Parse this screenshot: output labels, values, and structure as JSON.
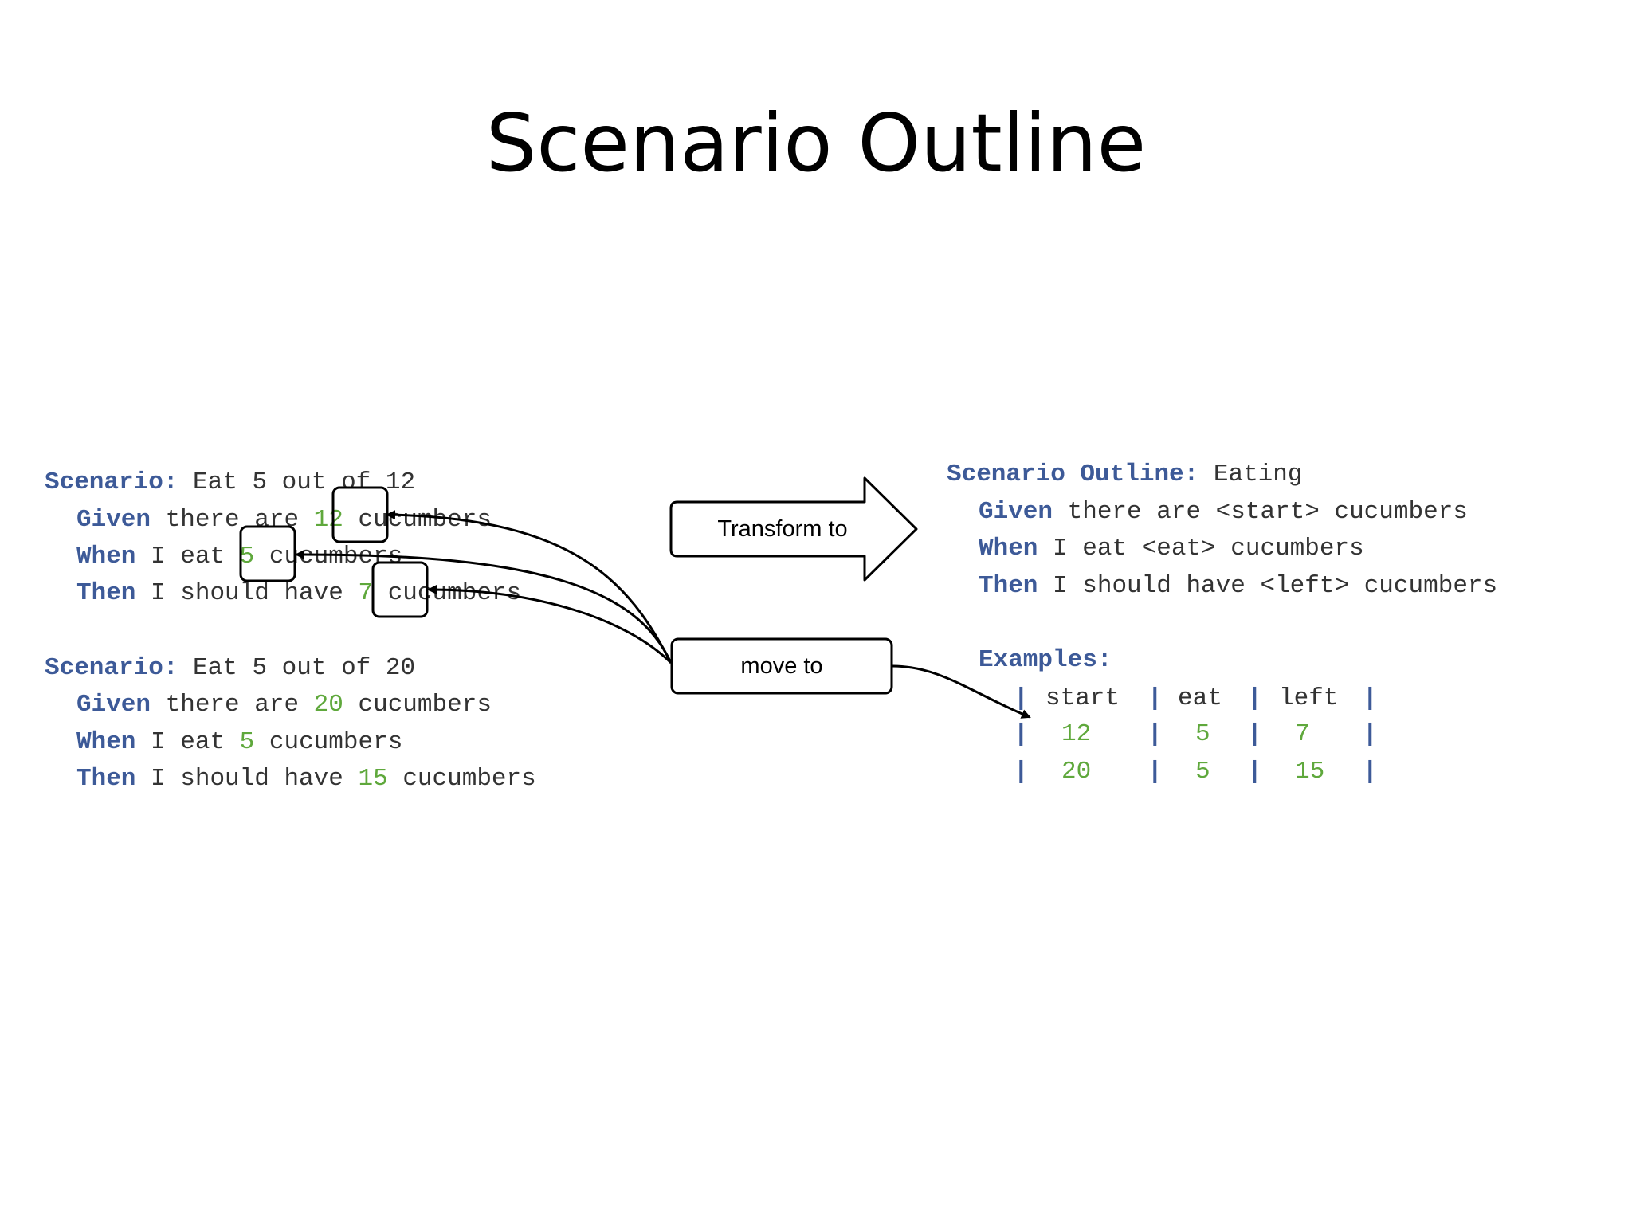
{
  "title": "Scenario Outline",
  "left": {
    "scenario1": {
      "keyword": "Scenario:",
      "name": "Eat 5 out of 12",
      "given_kw": "Given",
      "given_text": "there are",
      "given_num": "12",
      "given_tail": "cucumbers",
      "when_kw": "When",
      "when_text": "I eat",
      "when_num": "5",
      "when_tail": "cucumbers",
      "then_kw": "Then",
      "then_text": "I should have",
      "then_num": "7",
      "then_tail": "cucumbers"
    },
    "scenario2": {
      "keyword": "Scenario:",
      "name": "Eat 5 out of 20",
      "given_kw": "Given",
      "given_text": "there are",
      "given_num": "20",
      "given_tail": "cucumbers",
      "when_kw": "When",
      "when_text": "I eat",
      "when_num": "5",
      "when_tail": "cucumbers",
      "then_kw": "Then",
      "then_text": "I should have",
      "then_num": "15",
      "then_tail": "cucumbers"
    }
  },
  "transform_label": "Transform to",
  "move_label": "move to",
  "right": {
    "keyword": "Scenario Outline:",
    "name": "Eating",
    "given_kw": "Given",
    "given_text": "there are <start> cucumbers",
    "when_kw": "When",
    "when_text": "I eat <eat> cucumbers",
    "then_kw": "Then",
    "then_text": "I should have <left> cucumbers",
    "examples_kw": "Examples:",
    "table": {
      "headers": [
        "start",
        "eat",
        "left"
      ],
      "rows": [
        [
          "12",
          "5",
          "7"
        ],
        [
          "20",
          "5",
          "15"
        ]
      ]
    }
  },
  "colors": {
    "keyword": "#3d5a98",
    "number": "#5fa83c",
    "text": "#333333"
  }
}
